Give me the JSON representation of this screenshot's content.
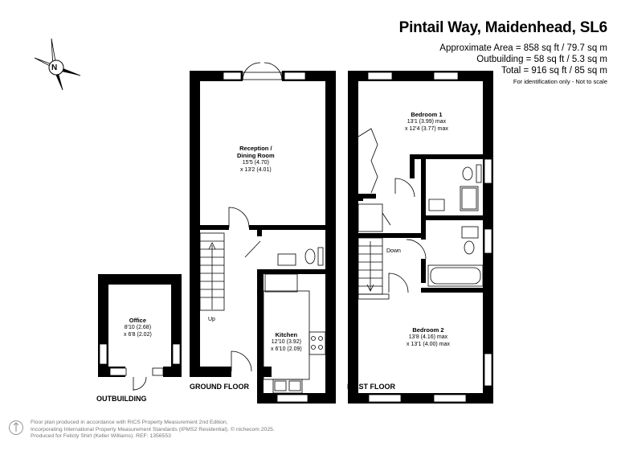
{
  "header": {
    "address": "Pintail Way, Maidenhead, SL6",
    "areas": [
      "Approximate Area = 858 sq ft / 79.7 sq m",
      "Outbuilding = 58 sq ft / 5.3 sq m",
      "Total = 916 sq ft / 85 sq m"
    ],
    "disclaimer": "For identification only - Not to scale"
  },
  "compass": {
    "letter": "N"
  },
  "rooms": {
    "reception": {
      "name_line1": "Reception /",
      "name_line2": "Dining Room",
      "dim1": "15'5 (4.70)",
      "dim2": "x 13'2 (4.01)"
    },
    "kitchen": {
      "name": "Kitchen",
      "dim1": "12'10 (3.92)",
      "dim2": "x 6'10 (2.09)"
    },
    "office": {
      "name": "Office",
      "dim1": "8'10 (2.68)",
      "dim2": "x 6'8 (2.02)"
    },
    "bedroom1": {
      "name": "Bedroom 1",
      "dim1": "13'1 (3.99) max",
      "dim2": "x 12'4 (3.77) max"
    },
    "bedroom2": {
      "name": "Bedroom 2",
      "dim1": "13'8 (4.16) max",
      "dim2": "x 13'1 (4.00) max"
    }
  },
  "labels": {
    "stairs_up": "Up",
    "stairs_down": "Down",
    "ground_floor": "GROUND FLOOR",
    "first_floor": "FIRST FLOOR",
    "outbuilding": "OUTBUILDING"
  },
  "footer": {
    "line1": "Floor plan produced in accordance with RICS Property Measurement 2nd Edition,",
    "line2": "Incorporating International Property Measurement Standards (IPMS2 Residential).  © nichecom 2025.",
    "line3": "Produced for Felicty Shirt (Keller Williams).  REF: 1356553"
  }
}
